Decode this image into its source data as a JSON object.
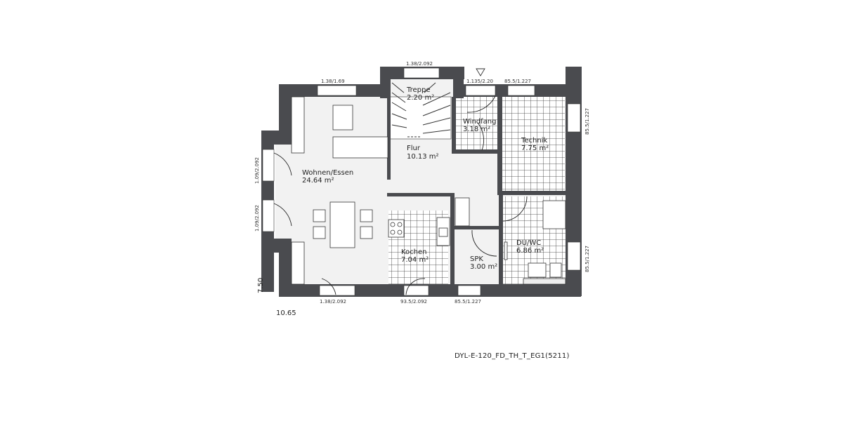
{
  "plan": {
    "code": "DYL-E-120_FD_TH_T_EG1(5211)",
    "overall_width": "10.65",
    "overall_depth": "7.50",
    "colors": {
      "wall": "#4a4b4f",
      "floor": "#f2f2f2",
      "line": "#333333"
    },
    "rooms": [
      {
        "name": "Wohnen/Essen",
        "area": "24.64 m²"
      },
      {
        "name": "Treppe",
        "area": "2.20 m²"
      },
      {
        "name": "Flur",
        "area": "10.13 m²"
      },
      {
        "name": "Windfang",
        "area": "3.18 m²"
      },
      {
        "name": "Technik",
        "area": "7.75 m²"
      },
      {
        "name": "Kochen",
        "area": "7.04 m²"
      },
      {
        "name": "SPK",
        "area": "3.00 m²"
      },
      {
        "name": "DU/WC",
        "area": "6.86 m²"
      }
    ],
    "dimensions": {
      "top_living_window": "1.38/1.69",
      "top_stair_window": "1.38/2.092",
      "entrance_door": "1.135/2.20",
      "top_technik_window": "85.5/1.227",
      "right_upper_window": "85.5/1.227",
      "right_lower_window": "85.5/1.227",
      "left_upper_door": "1.09/2.092",
      "left_lower_door": "1.09/2.092",
      "bottom_living_door": "1.38/2.092",
      "bottom_kitchen_door": "93.5/2.092",
      "bottom_spk_window": "85.5/1.227"
    }
  }
}
